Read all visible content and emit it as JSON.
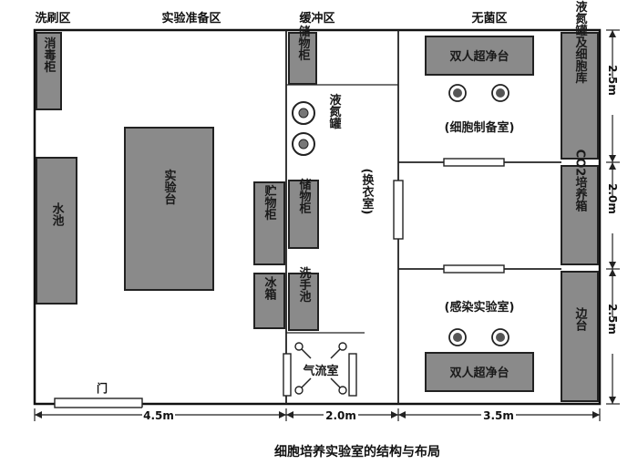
{
  "zones": {
    "wash": "洗刷区",
    "prep": "实验准备区",
    "buffer": "缓冲区",
    "sterile": "无菌区"
  },
  "equipment": {
    "disinfect_cabinet": "消毒柜",
    "sink": "水池",
    "bench": "实验台",
    "storage_top": "储物柜",
    "ln2_tank": "液氮罐",
    "storage_cabinet": "贮物柜",
    "storage_cabinet2": "储物柜",
    "fridge": "冰箱",
    "wash_basin": "洗手池",
    "airflow_room": "气流室",
    "changing_room": "(换衣室)",
    "biosafety_top": "双人超净台",
    "cell_prep_room": "(细胞制备室)",
    "infection_lab": "(感染实验室)",
    "biosafety_bottom": "双人超净台",
    "right_top": "液氮罐及细胞库",
    "co2_incubator": "CO2培养箱",
    "side_bench": "边台"
  },
  "misc": {
    "door": "门"
  },
  "dimensions": {
    "bottom_left": "4.5m",
    "bottom_mid": "2.0m",
    "bottom_right": "3.5m",
    "right_top": "2.5m",
    "right_mid": "2.0m",
    "right_bottom": "2.5m"
  },
  "caption": "细胞培养实验室的结构与布局"
}
